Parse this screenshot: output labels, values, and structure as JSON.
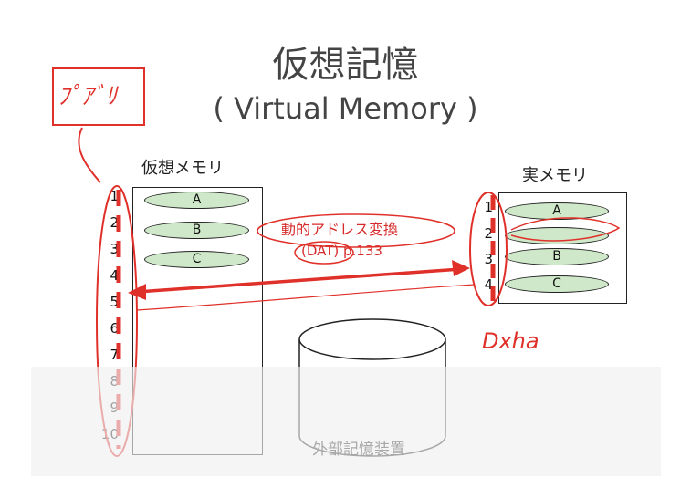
{
  "slide": {
    "title": "仮想記憶",
    "subtitle": "( Virtual Memory )",
    "virtual_label": "仮想メモリ",
    "real_label": "実メモリ",
    "external_label": "外部記憶装置",
    "dat_line1": "動的アドレス変換",
    "dat_line2": "(DAT) p.133"
  },
  "virtual_memory": {
    "slots": [
      "1",
      "2",
      "3",
      "4",
      "5",
      "6",
      "7",
      "8",
      "9",
      "10"
    ],
    "blocks": [
      "A",
      "B",
      "C"
    ]
  },
  "real_memory": {
    "slots": [
      "1",
      "2",
      "3",
      "4"
    ],
    "blocks": [
      "A",
      "",
      "B",
      "C"
    ]
  },
  "annotations": {
    "box_note": "ﾌﾟｱﾞﾘ",
    "handwriting": "Dxha"
  },
  "colors": {
    "ink_red": "#e0302a",
    "block_fill": "#cfe8c9"
  }
}
